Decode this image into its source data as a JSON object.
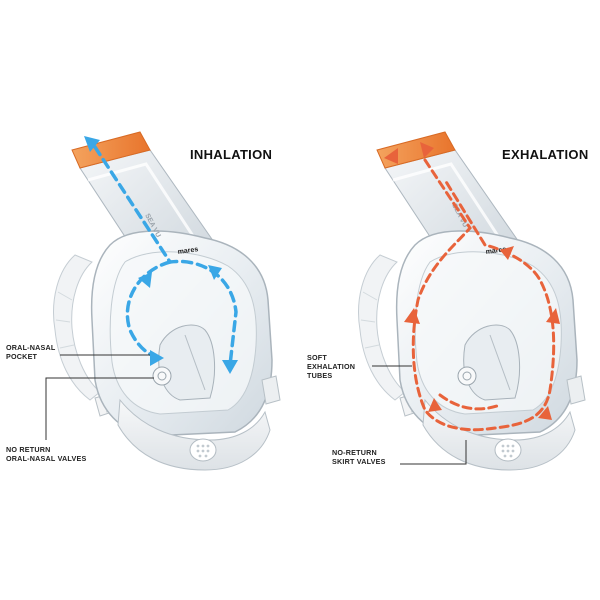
{
  "panels": {
    "left": {
      "title": "INHALATION",
      "brand": "mares",
      "tube_text": "SEA VU",
      "callouts": [
        {
          "line1": "ORAL-NASAL",
          "line2": "POCKET"
        },
        {
          "line1": "NO RETURN",
          "line2": "ORAL-NASAL VALVES"
        }
      ]
    },
    "right": {
      "title": "EXHALATION",
      "brand": "mares",
      "tube_text": "SEA VU",
      "callouts": [
        {
          "line1": "SOFT",
          "line2": "EXHALATION",
          "line3": "TUBES"
        },
        {
          "line1": "NO-RETURN",
          "line2": "SKIRT VALVES"
        }
      ]
    }
  },
  "colors": {
    "inhalation_arrow": "#3aa7e6",
    "exhalation_arrow": "#e8633b",
    "snorkel_tip": "#f08a3c",
    "mask_frame": "#eef1f3",
    "mask_outline": "#b9c2c9"
  }
}
